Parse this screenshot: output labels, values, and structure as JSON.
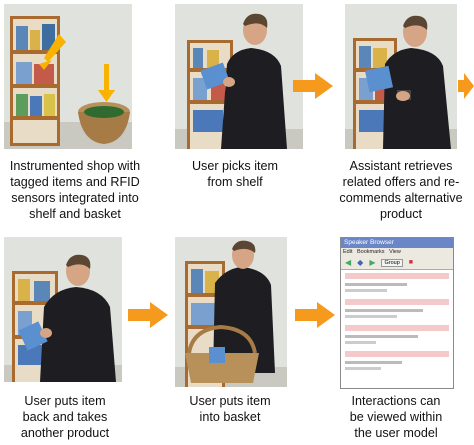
{
  "steps": [
    {
      "caption": "Instrumented shop with\ntagged items and RFID\nsensors integrated into\nshelf and basket"
    },
    {
      "caption": "User picks item\nfrom shelf"
    },
    {
      "caption": "Assistant retrieves\nrelated offers and re-\ncommends alternative\nproduct"
    },
    {
      "caption": "User puts item\nback and takes\nanother product"
    },
    {
      "caption": "User puts item\ninto basket"
    },
    {
      "caption": "Interactions can\nbe viewed within\nthe user model"
    }
  ],
  "screen": {
    "window_title": "Speaker Browser",
    "menu": [
      "Edit",
      "Bookmarks",
      "View"
    ],
    "toolbar_group_label": "Group"
  },
  "colors": {
    "arrow": "#f59a1c",
    "wall": "#d9ddd6",
    "shelf_wood": "#b87a3a",
    "suit": "#1d1d22",
    "accent_arrow": "#f7b300"
  }
}
